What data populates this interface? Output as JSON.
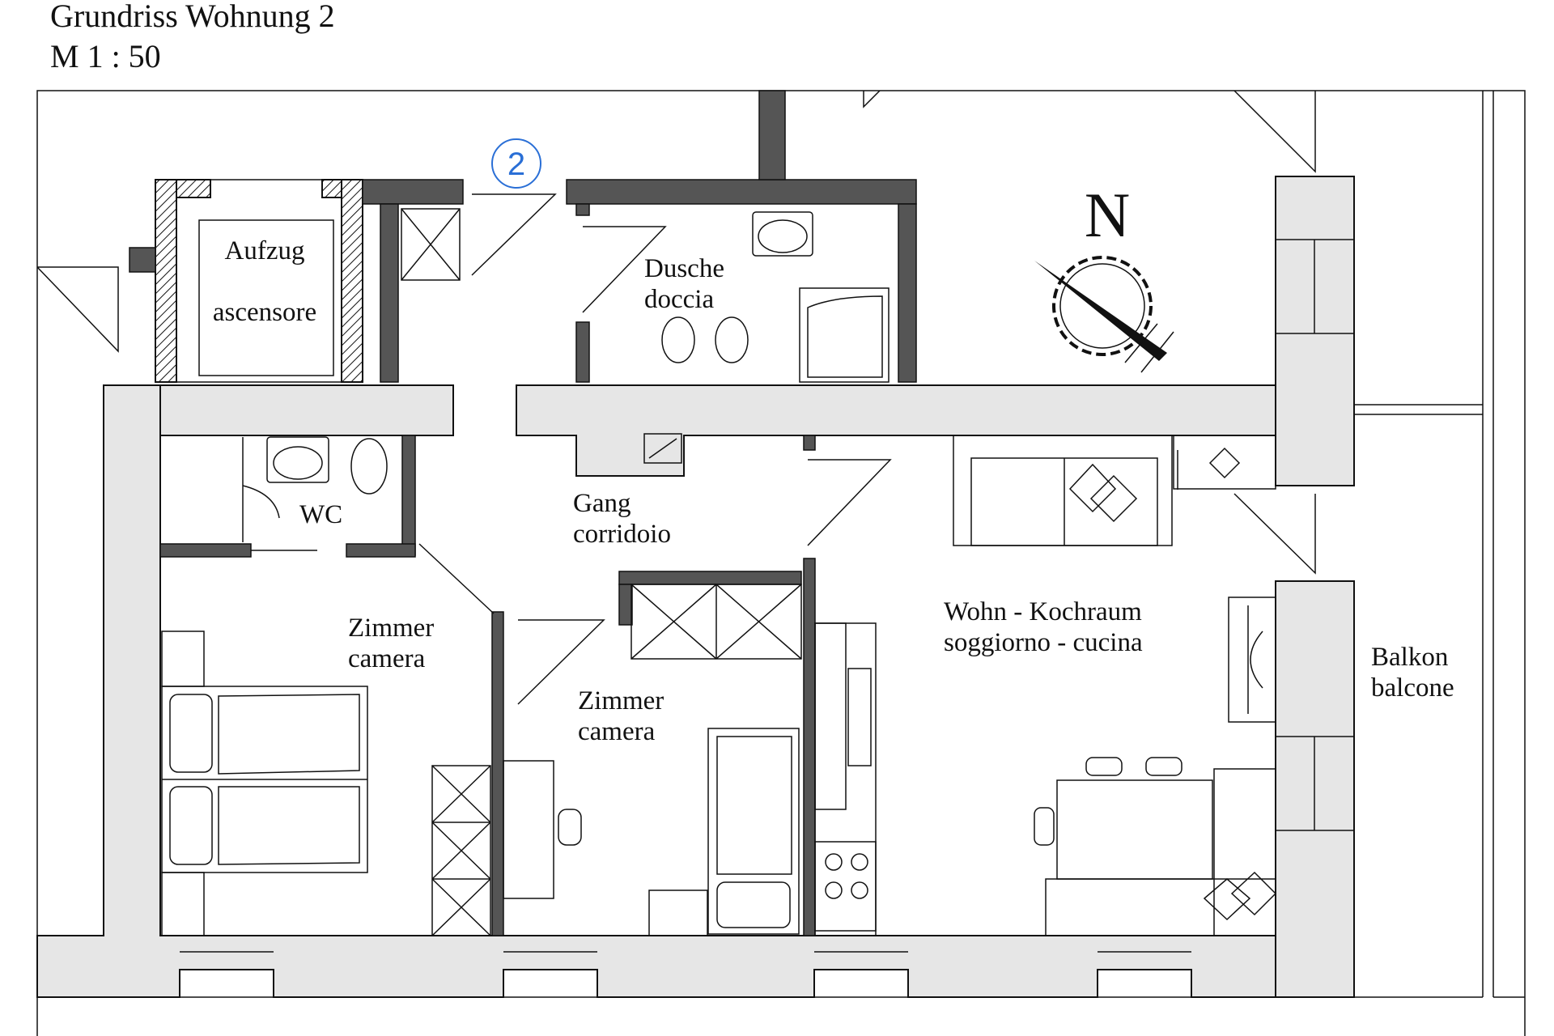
{
  "title": {
    "line1": "Grundriss Wohnung 2",
    "line2": "M 1 : 50"
  },
  "marker": {
    "number": "2",
    "color": "#2a6fd6"
  },
  "north": {
    "letter": "N"
  },
  "rooms": [
    {
      "id": "aufzug",
      "lines": [
        "Aufzug",
        "ascensore"
      ]
    },
    {
      "id": "dusche",
      "lines": [
        "Dusche",
        "doccia"
      ]
    },
    {
      "id": "wc",
      "lines": [
        "WC"
      ]
    },
    {
      "id": "gang",
      "lines": [
        "Gang",
        "corridoio"
      ]
    },
    {
      "id": "zimmer1",
      "lines": [
        "Zimmer",
        "camera"
      ]
    },
    {
      "id": "zimmer2",
      "lines": [
        "Zimmer",
        "camera"
      ]
    },
    {
      "id": "wohn",
      "lines": [
        "Wohn - Kochraum",
        "soggiorno - cucina"
      ]
    },
    {
      "id": "balkon",
      "lines": [
        "Balkon",
        "balcone"
      ]
    }
  ],
  "colors": {
    "wall_fill": "#e6e6e6",
    "line": "#111111",
    "brick": "#555555"
  }
}
